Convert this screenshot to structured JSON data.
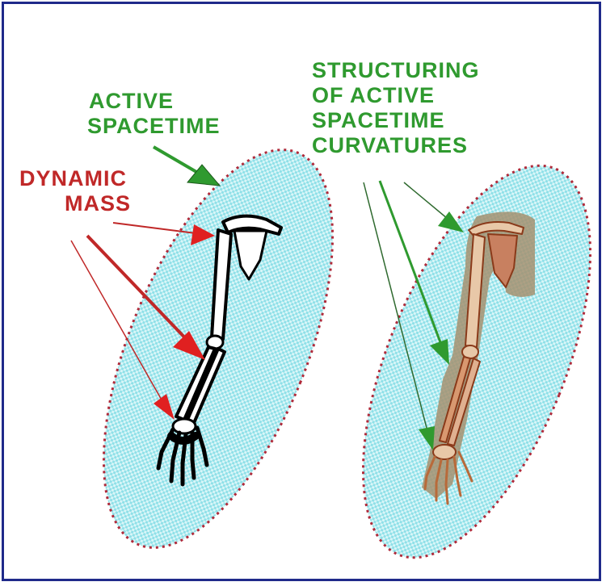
{
  "labels": {
    "active_spacetime": [
      "ACTIVE",
      "SPACETIME"
    ],
    "dynamic_mass": [
      "DYNAMIC",
      "MASS"
    ],
    "structuring": [
      "STRUCTURING",
      "OF ACTIVE",
      "SPACETIME",
      "CURVATURES"
    ]
  },
  "colors": {
    "border": "#1f2a8a",
    "green_text": "#2f9a2f",
    "red_text": "#c02828",
    "field_fill": "#9fe6ec",
    "dotted_outline": "#b02a3a",
    "bone_aura": "#a49070",
    "bone_brown": "#b86a3a"
  }
}
